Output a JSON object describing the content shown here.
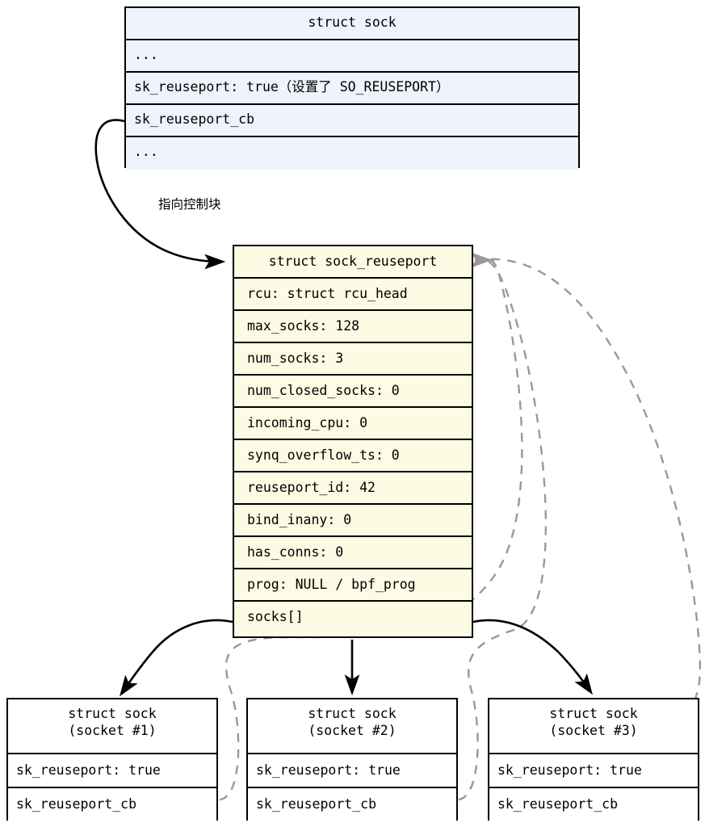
{
  "diagram": {
    "title": "struct sock / sock_reuseport relationship",
    "colors": {
      "sock_fill": "#eef3fc",
      "reuseport_fill": "#fdfbe4",
      "socket_fill": "#ffffff",
      "border": "#000000",
      "solid_edge": "#000000",
      "dashed_edge": "#999999"
    }
  },
  "sock_struct": {
    "title": "struct sock",
    "rows": [
      "...",
      "sk_reuseport: true（设置了 SO_REUSEPORT）",
      "sk_reuseport_cb",
      "..."
    ]
  },
  "edge_labels": {
    "points_to_control_block": "指向控制块"
  },
  "reuseport_struct": {
    "title": "struct sock_reuseport",
    "fields": [
      "rcu: struct rcu_head",
      "max_socks: 128",
      "num_socks: 3",
      "num_closed_socks: 0",
      "incoming_cpu: 0",
      "synq_overflow_ts: 0",
      "reuseport_id: 42",
      "bind_inany: 0",
      "has_conns: 0",
      "prog: NULL / bpf_prog",
      "socks[]"
    ]
  },
  "sockets": [
    {
      "title_line1": "struct sock",
      "title_line2": "(socket #1)",
      "fields": [
        "sk_reuseport: true",
        "sk_reuseport_cb"
      ]
    },
    {
      "title_line1": "struct sock",
      "title_line2": "(socket #2)",
      "fields": [
        "sk_reuseport: true",
        "sk_reuseport_cb"
      ]
    },
    {
      "title_line1": "struct sock",
      "title_line2": "(socket #3)",
      "fields": [
        "sk_reuseport: true",
        "sk_reuseport_cb"
      ]
    }
  ]
}
